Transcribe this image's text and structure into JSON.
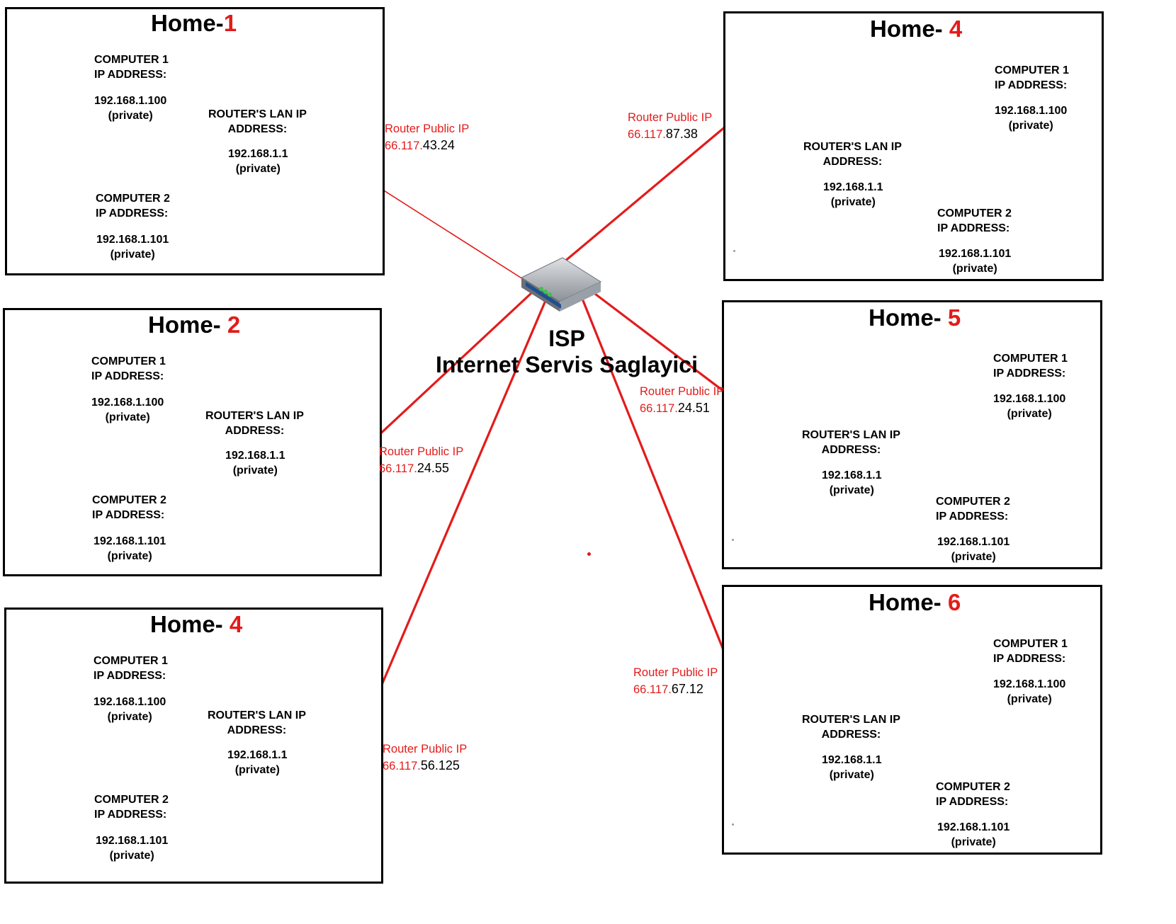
{
  "isp": {
    "abbr": "ISP",
    "name": "Internet Servis Saglayici"
  },
  "common": {
    "computer1_label": "COMPUTER 1",
    "computer2_label": "COMPUTER 2",
    "ip_address_label": "IP ADDRESS:",
    "computer1_ip": "192.168.1.100",
    "computer2_ip": "192.168.1.101",
    "private_label": "(private)",
    "router_lan_label": "ROUTER'S LAN IP",
    "address_label": "ADDRESS:",
    "router_lan_ip": "192.168.1.1",
    "router_public_label": "Router Public IP",
    "public_prefix": "66.117."
  },
  "homes": [
    {
      "prefix": "Home-",
      "number": "1",
      "public_suffix": "43.24"
    },
    {
      "prefix": "Home- ",
      "number": "2",
      "public_suffix": "24.55"
    },
    {
      "prefix": "Home- ",
      "number": "4",
      "public_suffix": "56.125"
    },
    {
      "prefix": "Home- ",
      "number": "4",
      "public_suffix": "87.38"
    },
    {
      "prefix": "Home- ",
      "number": "5",
      "public_suffix": "24.51"
    },
    {
      "prefix": "Home- ",
      "number": "6",
      "public_suffix": "67.12"
    }
  ],
  "colors": {
    "link_red": "#e31b1b",
    "lan_line": "#222222",
    "box_border": "#000000",
    "router_blue": "#1f4f8f"
  }
}
